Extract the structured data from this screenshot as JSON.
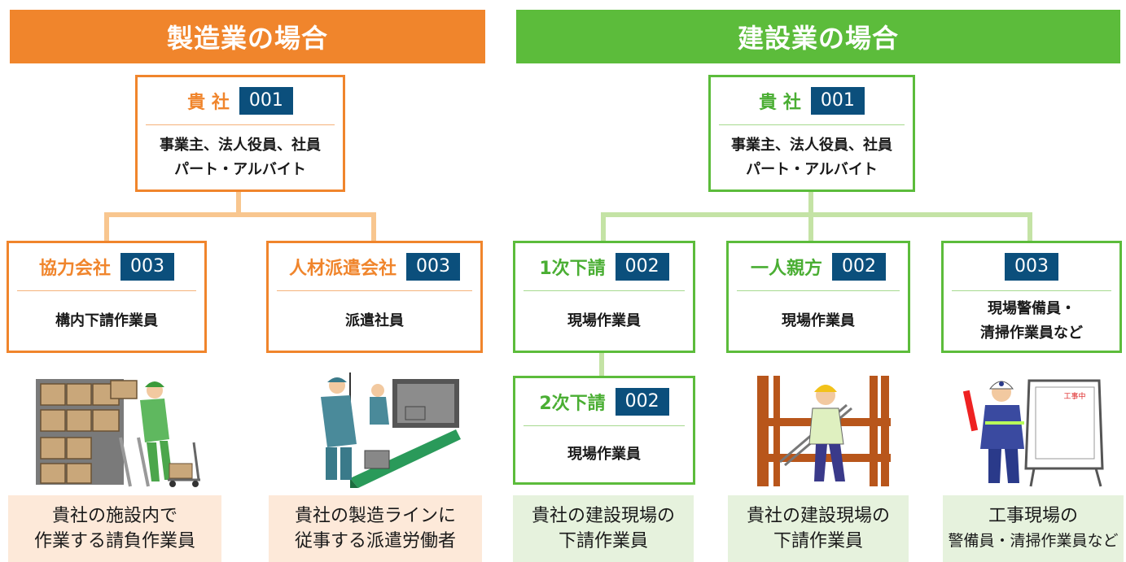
{
  "colors": {
    "orange": "#f0852c",
    "green": "#5cbc3b",
    "navy": "#0b4f7c",
    "orange_line": "#f8c68f",
    "green_line": "#c4e3a5"
  },
  "manufacturing": {
    "title": "製造業の場合",
    "top": {
      "name": "貴 社",
      "code": "001",
      "line1": "事業主、法人役員、社員",
      "line2": "パート・アルバイト"
    },
    "partner": {
      "name": "協力会社",
      "code": "003",
      "desc": "構内下請作業員"
    },
    "staffing": {
      "name": "人材派遣会社",
      "code": "003",
      "desc": "派遣社員"
    },
    "captions": [
      {
        "line1": "貴社の施設内で",
        "line2": "作業する請負作業員"
      },
      {
        "line1": "貴社の製造ラインに",
        "line2": "従事する派遣労働者"
      }
    ],
    "illustrations": [
      "warehouse-worker-icon",
      "factory-line-worker-icon"
    ]
  },
  "construction": {
    "title": "建設業の場合",
    "top": {
      "name": "貴 社",
      "code": "001",
      "line1": "事業主、法人役員、社員",
      "line2": "パート・アルバイト"
    },
    "sub1": {
      "name": "1次下請",
      "code": "002",
      "desc": "現場作業員"
    },
    "sub2": {
      "name": "2次下請",
      "code": "002",
      "desc": "現場作業員"
    },
    "oyakata": {
      "name": "一人親方",
      "code": "002",
      "desc": "現場作業員"
    },
    "guard": {
      "code": "003",
      "line1": "現場警備員・",
      "line2": "清掃作業員など"
    },
    "captions": [
      {
        "line1": "貴社の建設現場の",
        "line2": "下請作業員"
      },
      {
        "line1": "貴社の建設現場の",
        "line2": "下請作業員"
      },
      {
        "line1": "工事現場の",
        "line2": "警備員・清掃作業員など"
      }
    ],
    "guard_sign": "工事中"
  }
}
